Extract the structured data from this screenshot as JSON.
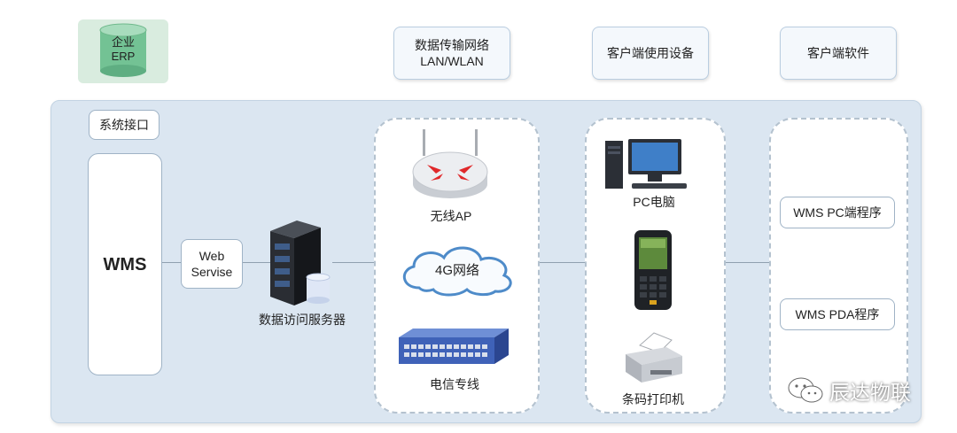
{
  "header": {
    "erp": "企业\nERP",
    "network": "数据传输网络\nLAN/WLAN",
    "client_device": "客户端使用设备",
    "client_software": "客户端软件"
  },
  "left": {
    "system_interface": "系统接口",
    "wms": "WMS",
    "web_service": "Web\nServise",
    "server_label": "数据访问服务器"
  },
  "network_zone": {
    "ap_label": "无线AP",
    "cloud_label": "4G网络",
    "switch_label": "电信专线"
  },
  "device_zone": {
    "pc_label": "PC电脑",
    "printer_label": "条码打印机"
  },
  "software_zone": {
    "pc_program": "WMS PC端程序",
    "pda_program": "WMS PDA程序"
  },
  "watermark": {
    "text": "辰达物联"
  },
  "colors": {
    "panel": "#dbe6f1",
    "erp_green": "#7bc79a",
    "zone_border": "#b4c2cf",
    "router_arrow": "#e0282a",
    "switch_blue": "#3f62b8"
  },
  "icons": [
    "database-icon",
    "router-icon",
    "cloud-icon",
    "switch-icon",
    "server-icon",
    "computer-icon",
    "pda-icon",
    "printer-icon",
    "wechat-icon"
  ]
}
